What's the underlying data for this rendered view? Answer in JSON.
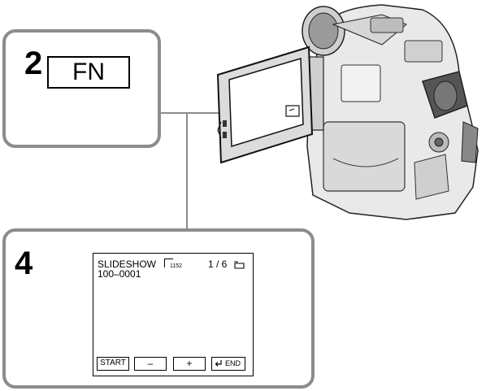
{
  "step2": {
    "number": "2",
    "button_label": "FN"
  },
  "step4": {
    "number": "4",
    "screen": {
      "title": "SLIDESHOW",
      "folder_number": "1152",
      "counter": "1 / 6",
      "file_number": "100–0001",
      "buttons": {
        "start": "START",
        "minus": "–",
        "plus": "+",
        "end": "END"
      }
    }
  },
  "icons": [
    "folder-icon",
    "memory-card-icon",
    "return-arrow-icon",
    "camcorder-illustration"
  ]
}
